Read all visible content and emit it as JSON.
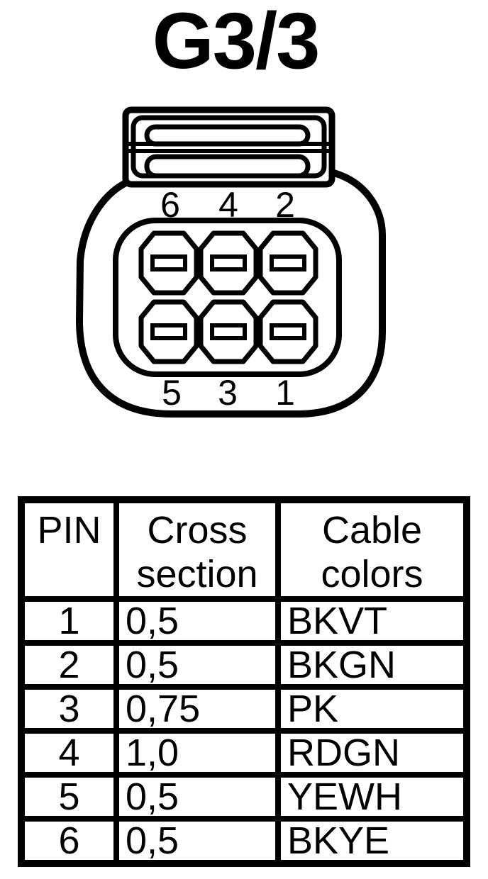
{
  "title": "G3/3",
  "connector": {
    "top_row_labels": [
      "6",
      "4",
      "2"
    ],
    "bottom_row_labels": [
      "5",
      "3",
      "1"
    ]
  },
  "table": {
    "headers": {
      "pin": "PIN",
      "cross_section": "Cross section",
      "cable_colors": "Cable colors"
    },
    "rows": [
      {
        "pin": "1",
        "cross_section": "0,5",
        "cable_color": "BKVT"
      },
      {
        "pin": "2",
        "cross_section": "0,5",
        "cable_color": "BKGN"
      },
      {
        "pin": "3",
        "cross_section": "0,75",
        "cable_color": "PK"
      },
      {
        "pin": "4",
        "cross_section": "1,0",
        "cable_color": "RDGN"
      },
      {
        "pin": "5",
        "cross_section": "0,5",
        "cable_color": "YEWH"
      },
      {
        "pin": "6",
        "cross_section": "0,5",
        "cable_color": "BKYE"
      }
    ]
  },
  "colors": {
    "line": "#000000",
    "background": "#ffffff"
  }
}
